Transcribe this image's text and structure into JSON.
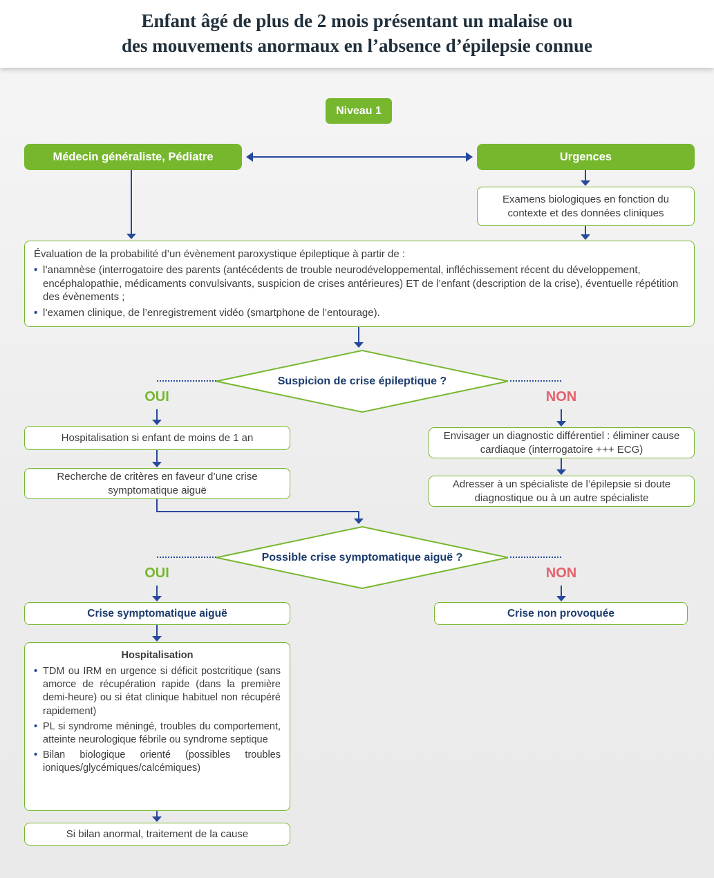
{
  "colors": {
    "green": "#76b72e",
    "blue": "#27499b",
    "red": "#e4606b",
    "navy": "#1d3c6e",
    "text": "#3c3c3b",
    "bg": "#efefef"
  },
  "title": {
    "line1": "Enfant âgé de plus de 2 mois présentant un malaise ou",
    "line2": "des mouvements anormaux en l’absence d’épilepsie connue"
  },
  "level_badge": "Niveau 1",
  "nodes": {
    "gp": "Médecin généraliste, Pédiatre",
    "er": "Urgences",
    "exams": "Examens biologiques en fonction du contexte et des données cliniques",
    "evaluation": {
      "intro": "Évaluation de la probabilité d’un évènement paroxystique épileptique à partir de :",
      "bullets": [
        "l’anamnèse (interrogatoire des parents (antécédents de trouble neurodéveloppemental, infléchissement récent du développement, encéphalopathie, médicaments convulsivants, suspicion de crises antérieures) ET de l’enfant (description de la crise), éventuelle répétition des évènements ;",
        "l’examen clinique, de l’enregistrement vidéo (smartphone de l’entourage)."
      ]
    },
    "diamond1": "Suspicion de crise épileptique ?",
    "oui": "OUI",
    "non": "NON",
    "hosp_under1": "Hospitalisation si enfant de moins de 1 an",
    "criteria": "Recherche de critères en faveur d’une crise symptomatique aiguë",
    "differential": "Envisager un diagnostic différentiel : éliminer cause cardiaque (interrogatoire +++ ECG)",
    "specialist": "Adresser à un spécialiste de l’épilepsie si doute diagnostique ou à un autre spécialiste",
    "diamond2": "Possible crise symptomatique aiguë ?",
    "acute": "Crise symptomatique aiguë",
    "unprovoked": "Crise non provoquée",
    "hospitalisation": {
      "title": "Hospitalisation",
      "bullets": [
        "TDM ou IRM en urgence si déficit postcritique (sans amorce de récupération rapide (dans la première demi-heure) ou si état clinique habituel non récupéré rapidement)",
        "PL si syndrome méningé, troubles du comportement, atteinte neurologique fébrile ou syndrome septique",
        "Bilan biologique orienté (possibles troubles ioniques/glycémiques/calcémiques)"
      ]
    },
    "final": "Si bilan anormal, traitement de la cause"
  }
}
